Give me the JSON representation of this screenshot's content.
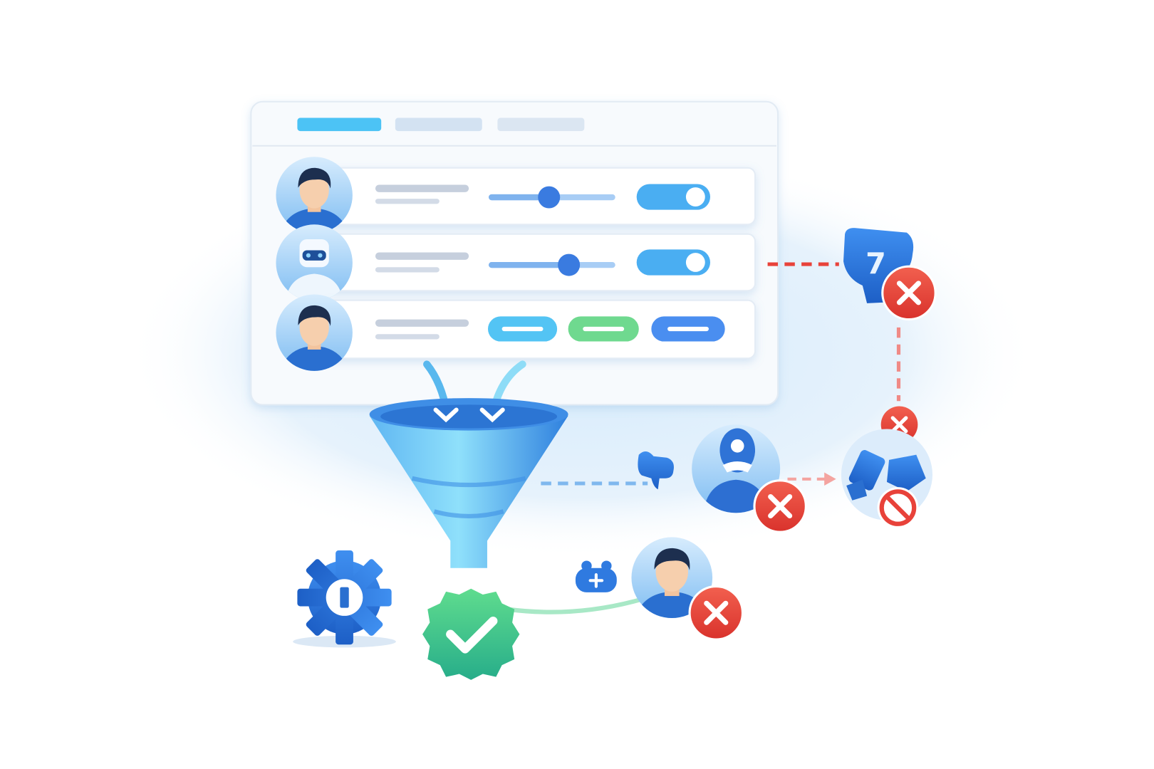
{
  "scene": {
    "badge_number": "7"
  },
  "colors": {
    "accent_cyan": "#4cc3f5",
    "accent_blue": "#3a7be0",
    "success_green": "#3cc47a",
    "danger_red": "#e8423a",
    "tab_inactive": "#d3e2f2"
  },
  "sliders": [
    {
      "value_fraction": 0.48
    },
    {
      "value_fraction": 0.64
    }
  ],
  "toggles": [
    {
      "state": "on"
    },
    {
      "state": "on"
    }
  ]
}
